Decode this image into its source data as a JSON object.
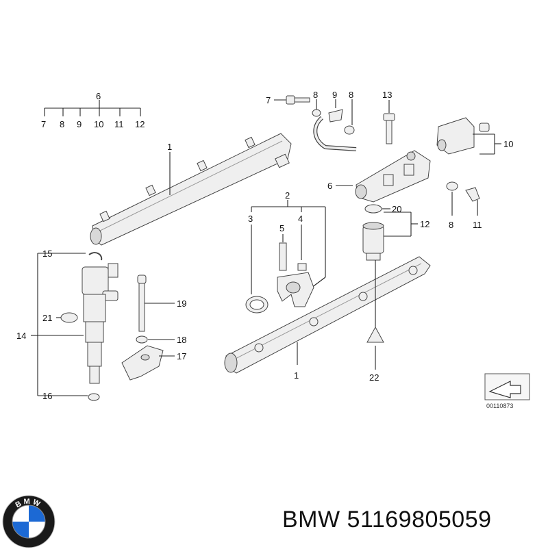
{
  "callouts": [
    "6",
    "7",
    "8",
    "9",
    "10",
    "11",
    "12",
    "1",
    "7",
    "8",
    "9",
    "8",
    "13",
    "10",
    "2",
    "3",
    "4",
    "5",
    "6",
    "20",
    "12",
    "8",
    "11",
    "15",
    "19",
    "21",
    "14",
    "18",
    "17",
    "16",
    "1",
    "22"
  ],
  "reference_code": "00110873",
  "caption": {
    "brand": "BMW",
    "part_number": "51169805059"
  },
  "logo": {
    "letters": "BMW",
    "colors": {
      "ring": "#1a1a1a",
      "blue": "#1c69d4",
      "white": "#ffffff"
    }
  }
}
